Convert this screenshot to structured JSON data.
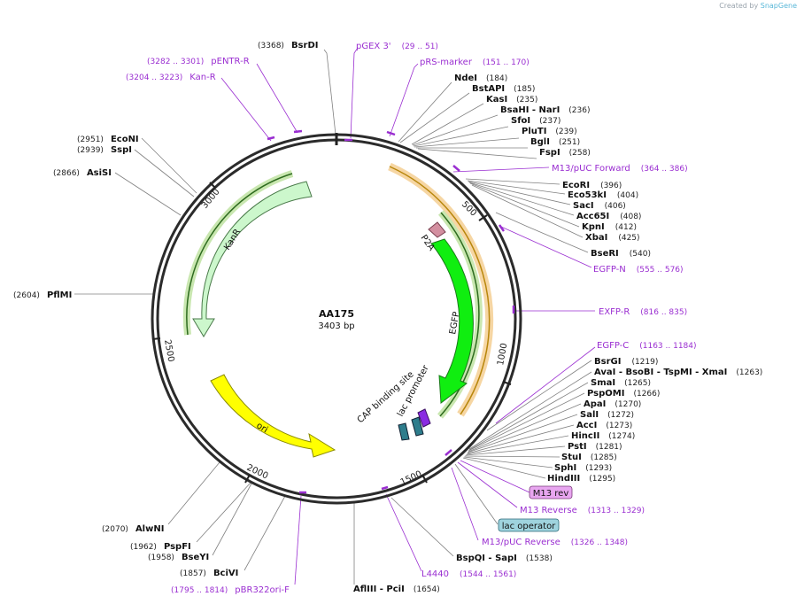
{
  "credit": {
    "prefix": "Created by",
    "brand": "SnapGene"
  },
  "plasmid": {
    "name": "AA175",
    "length_label": "3403 bp",
    "length": 3403
  },
  "colors": {
    "backbone": "#2b2b2b",
    "primer": "#9a2ed1",
    "enzyme_line": "#808080",
    "kanr": "#ccf7cc",
    "ori": "#ffff00",
    "egfp": "#10ee10",
    "p2a": "#d38fa0",
    "lac_promoter": "#8a2be2",
    "cap_site": "#2e7d8c",
    "orange_feature": "#e8a94a",
    "green_feature": "#a9d08e",
    "m13rev_box": "#e8a6f0",
    "lacop_box": "#9fd3de"
  },
  "tick_labels": [
    "500",
    "1000",
    "1500",
    "2000",
    "2500",
    "3000"
  ],
  "features": [
    {
      "name": "KanR",
      "label": "KanR",
      "kind": "KanR"
    },
    {
      "name": "EGFP",
      "label": "EGFP",
      "kind": "EGFP"
    },
    {
      "name": "ori",
      "label": "ori",
      "kind": "ori"
    },
    {
      "name": "P2A",
      "label": "P2A",
      "kind": "P2A"
    },
    {
      "name": "lac promoter",
      "label": "lac promoter",
      "kind": "lac"
    },
    {
      "name": "CAP binding site",
      "label": "CAP binding site",
      "kind": "cap"
    }
  ],
  "enzymes_right": [
    {
      "name": "NdeI",
      "pos": "(184)"
    },
    {
      "name": "BstAPI",
      "pos": "(185)"
    },
    {
      "name": "KasI",
      "pos": "(235)"
    },
    {
      "name": "BsaHI  -  NarI",
      "pos": "(236)"
    },
    {
      "name": "SfoI",
      "pos": "(237)"
    },
    {
      "name": "PluTI",
      "pos": "(239)"
    },
    {
      "name": "BglI",
      "pos": "(251)"
    },
    {
      "name": "FspI",
      "pos": "(258)"
    },
    {
      "name": "EcoRI",
      "pos": "(396)"
    },
    {
      "name": "Eco53kI",
      "pos": "(404)"
    },
    {
      "name": "SacI",
      "pos": "(406)"
    },
    {
      "name": "Acc65I",
      "pos": "(408)"
    },
    {
      "name": "KpnI",
      "pos": "(412)"
    },
    {
      "name": "XbaI",
      "pos": "(425)"
    },
    {
      "name": "BseRI",
      "pos": "(540)"
    },
    {
      "name": "BsrGI",
      "pos": "(1219)"
    },
    {
      "name": "AvaI  -  BsoBI  -  TspMI  -  XmaI",
      "pos": "(1263)"
    },
    {
      "name": "SmaI",
      "pos": "(1265)"
    },
    {
      "name": "PspOMI",
      "pos": "(1266)"
    },
    {
      "name": "ApaI",
      "pos": "(1270)"
    },
    {
      "name": "SalI",
      "pos": "(1272)"
    },
    {
      "name": "AccI",
      "pos": "(1273)"
    },
    {
      "name": "HincII",
      "pos": "(1274)"
    },
    {
      "name": "PstI",
      "pos": "(1281)"
    },
    {
      "name": "StuI",
      "pos": "(1285)"
    },
    {
      "name": "SphI",
      "pos": "(1293)"
    },
    {
      "name": "HindIII",
      "pos": "(1295)"
    },
    {
      "name": "BspQI  -  SapI",
      "pos": "(1538)"
    },
    {
      "name": "AflIII  -  PciI",
      "pos": "(1654)"
    }
  ],
  "enzymes_left": [
    {
      "name": "BsrDI",
      "pos": "(3368)"
    },
    {
      "name": "EcoNI",
      "pos": "(2951)"
    },
    {
      "name": "SspI",
      "pos": "(2939)"
    },
    {
      "name": "AsiSI",
      "pos": "(2866)"
    },
    {
      "name": "PflMI",
      "pos": "(2604)"
    },
    {
      "name": "AlwNI",
      "pos": "(2070)"
    },
    {
      "name": "PspFI",
      "pos": "(1962)"
    },
    {
      "name": "BseYI",
      "pos": "(1958)"
    },
    {
      "name": "BciVI",
      "pos": "(1857)"
    }
  ],
  "primers": [
    {
      "name": "pGEX 3'",
      "pos": "(29 .. 51)"
    },
    {
      "name": "pRS-marker",
      "pos": "(151 .. 170)"
    },
    {
      "name": "M13/pUC Forward",
      "pos": "(364 .. 386)"
    },
    {
      "name": "EGFP-N",
      "pos": "(555 .. 576)"
    },
    {
      "name": "EXFP-R",
      "pos": "(816 .. 835)"
    },
    {
      "name": "EGFP-C",
      "pos": "(1163 .. 1184)"
    },
    {
      "name": "M13 Reverse",
      "pos": "(1313 .. 1329)"
    },
    {
      "name": "M13/pUC Reverse",
      "pos": "(1326 .. 1348)"
    },
    {
      "name": "L4440",
      "pos": "(1544 .. 1561)"
    },
    {
      "name": "pBR322ori-F",
      "pos": "(1795 .. 1814)"
    },
    {
      "name": "Kan-R",
      "pos": "(3204 .. 3223)"
    },
    {
      "name": "pENTR-R",
      "pos": "(3282 .. 3301)"
    }
  ],
  "boxes": [
    {
      "name": "M13 rev"
    },
    {
      "name": "lac operator"
    }
  ]
}
